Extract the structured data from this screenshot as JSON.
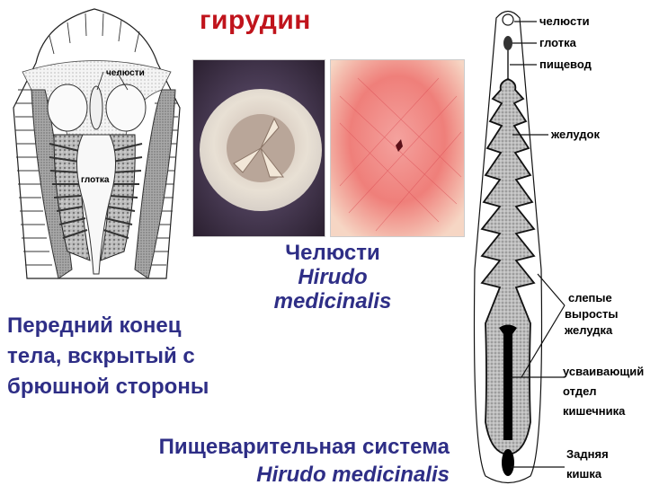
{
  "title": "гирудин",
  "colors": {
    "title": "#c0141c",
    "caption": "#2e2e86"
  },
  "left_figure": {
    "labels": {
      "jaws": "челюсти",
      "pharynx": "глотка"
    },
    "caption": {
      "line1": "Передний конец",
      "line2": "тела, вскрытый с",
      "line3": "брюшной стороны"
    }
  },
  "photos": {
    "caption": {
      "line1": "Челюсти",
      "line2": "Hirudo",
      "line3": "medicinalis"
    }
  },
  "right_figure": {
    "labels": {
      "jaws": "челюсти",
      "pharynx": "глотка",
      "esophagus": "пищевод",
      "stomach": "желудок",
      "blind1": "слепые",
      "blind2": "выросты",
      "blind3": "желудка",
      "absorb1": "усваивающий",
      "absorb2": "отдел",
      "absorb3": "кишечника",
      "hind1": "Задняя",
      "hind2": "кишка"
    },
    "caption": {
      "line1": "Пищеварительная система",
      "line2": "Hirudo medicinalis"
    }
  }
}
